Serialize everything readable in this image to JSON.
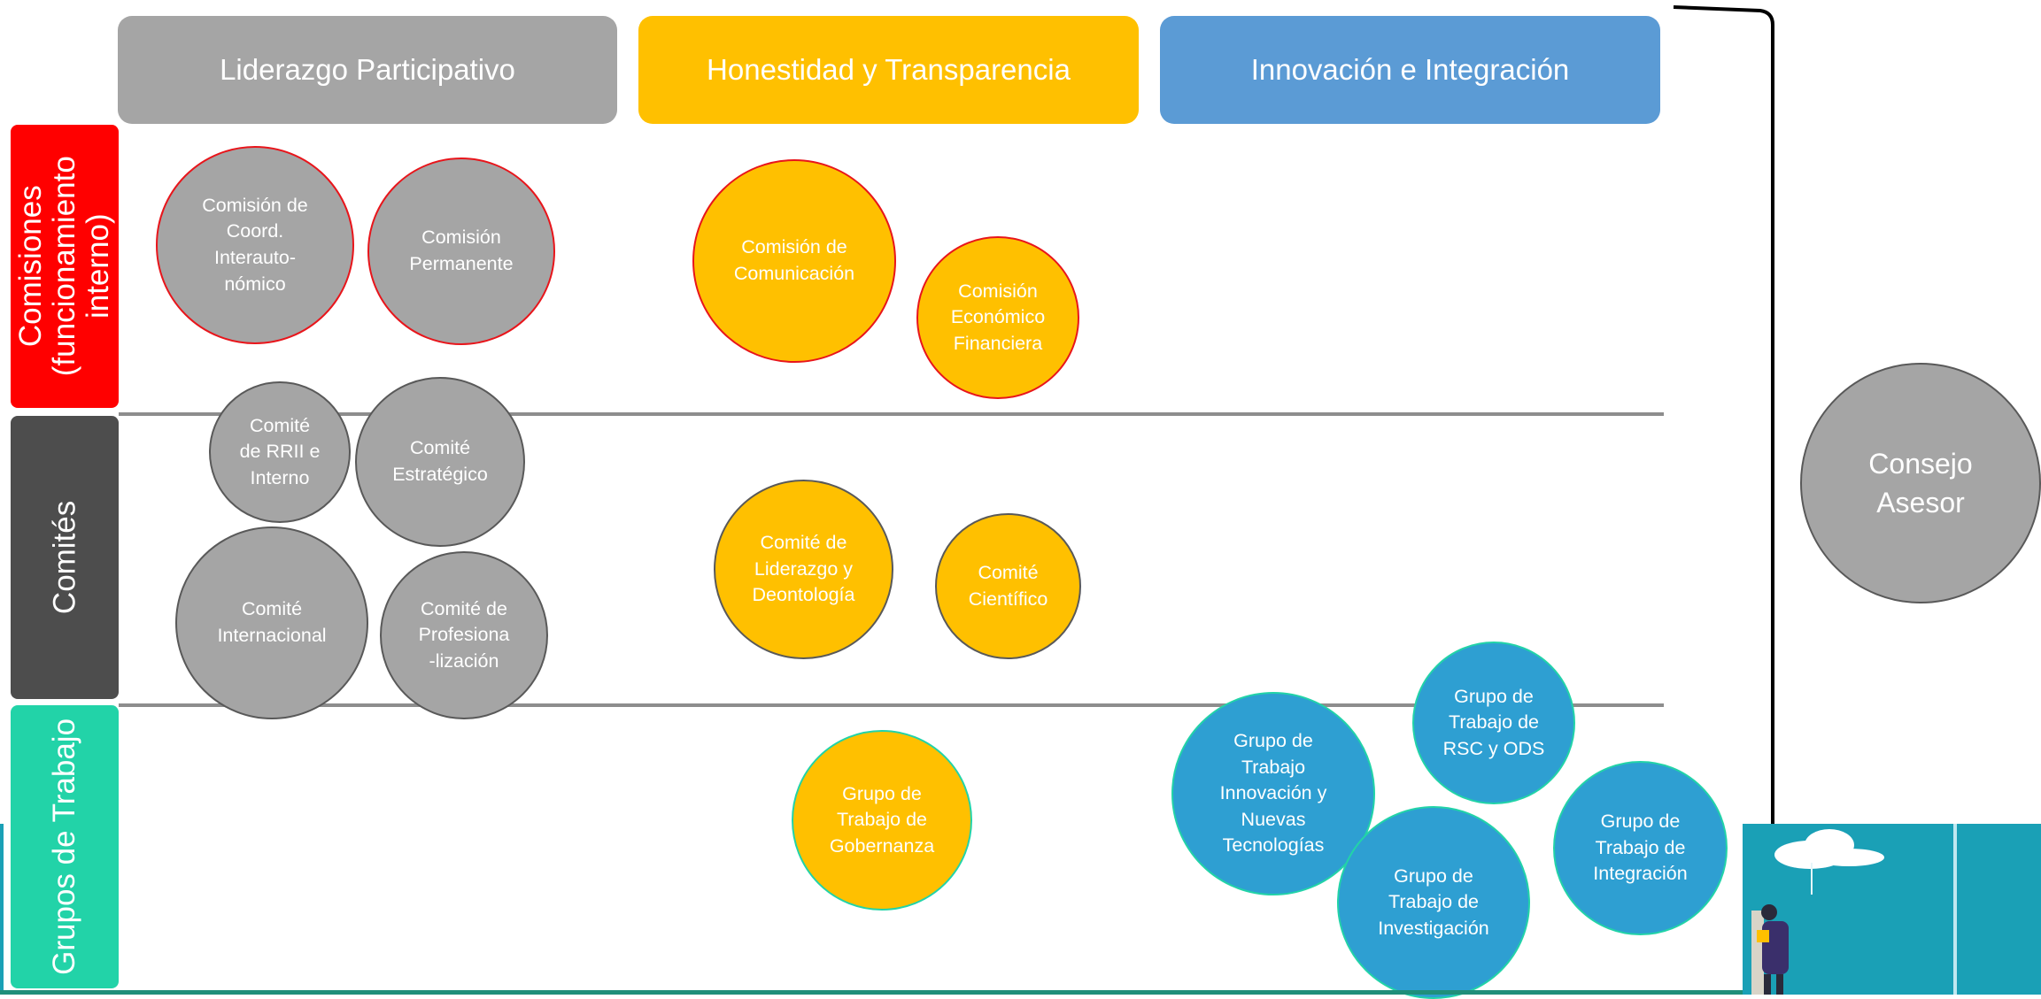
{
  "columns": [
    {
      "label": "Liderazgo Participativo",
      "color": "#a5a5a5"
    },
    {
      "label": "Honestidad y Transparencia",
      "color": "#ffc000"
    },
    {
      "label": "Innovación e Integración",
      "color": "#5b9bd5"
    }
  ],
  "rows": [
    {
      "label": "Comisiones\n(funcionamiento\ninterno)",
      "color": "#ff0000"
    },
    {
      "label": "Comités",
      "color": "#4d4d4d"
    },
    {
      "label": "Grupos de Trabajo",
      "color": "#22d3a8"
    }
  ],
  "nodes": {
    "coord": "Comisión de\nCoord.\nInterauto-\nnómico",
    "permanente": "Comisión\nPermanente",
    "comunicacion": "Comisión de\nComunicación",
    "economico": "Comisión\nEconómico\nFinanciera",
    "rrii": "Comité\nde RRII e\nInterno",
    "estrategico": "Comité\nEstratégico",
    "internacional": "Comité\nInternacional",
    "profesionalizacion": "Comité de\nProfesiona\n-lización",
    "liderazgo": "Comité de\nLiderazgo y\nDeontología",
    "cientifico": "Comité\nCientífico",
    "gobernanza": "Grupo de\nTrabajo de\nGobernanza",
    "innovacion": "Grupo de\nTrabajo\nInnovación y\nNuevas\nTecnologías",
    "rsc": "Grupo de\nTrabajo de\nRSC y ODS",
    "investigacion": "Grupo de\nTrabajo de\nInvestigación",
    "integracion": "Grupo de\nTrabajo de\nIntegración"
  },
  "council": "Consejo\nAsesor",
  "colors": {
    "grey": "#a5a5a5",
    "gold": "#ffc000",
    "blue": "#2e9fd2",
    "red_border": "#e8151b",
    "teal_border": "#22d3a8"
  }
}
